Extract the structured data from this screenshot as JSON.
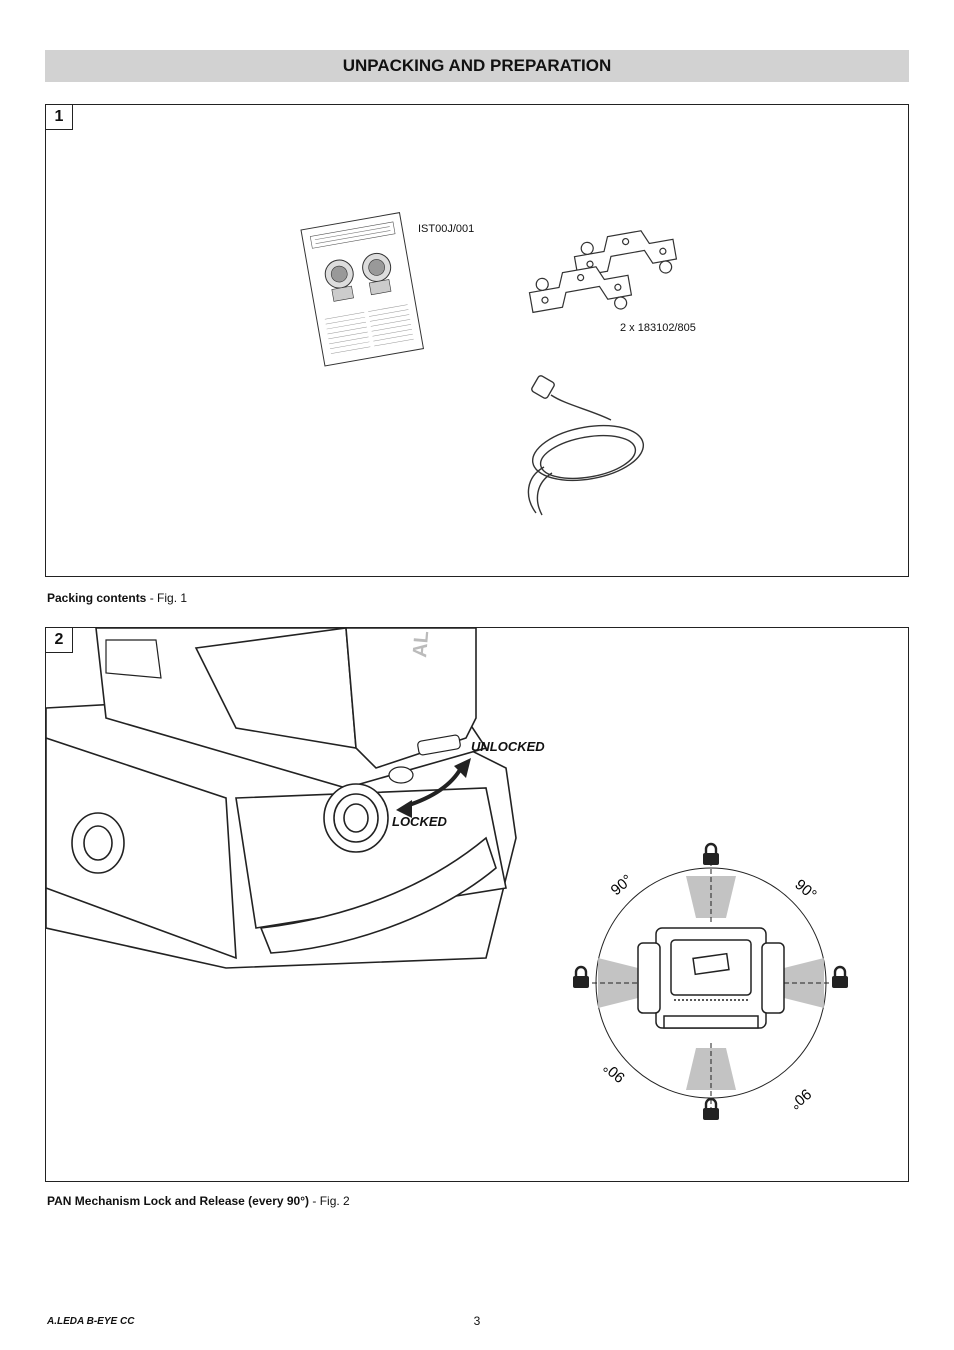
{
  "header": {
    "title": "UNPACKING AND PREPARATION"
  },
  "fig1": {
    "number": "1",
    "manual_code": "IST00J/001",
    "bracket_label": "2 x 183102/805",
    "caption_bold": "Packing contents",
    "caption_rest": " - Fig. 1"
  },
  "fig2": {
    "number": "2",
    "unlocked_label": "UNLOCKED",
    "locked_label": "LOCKED",
    "angle_labels": [
      "90°",
      "90°",
      "90°",
      "90°"
    ],
    "caption_bold": "PAN Mechanism Lock and Release (every 90°)",
    "caption_rest": " - Fig. 2"
  },
  "footer": {
    "product": "A.LEDA B-EYE CC",
    "page_number": "3"
  }
}
